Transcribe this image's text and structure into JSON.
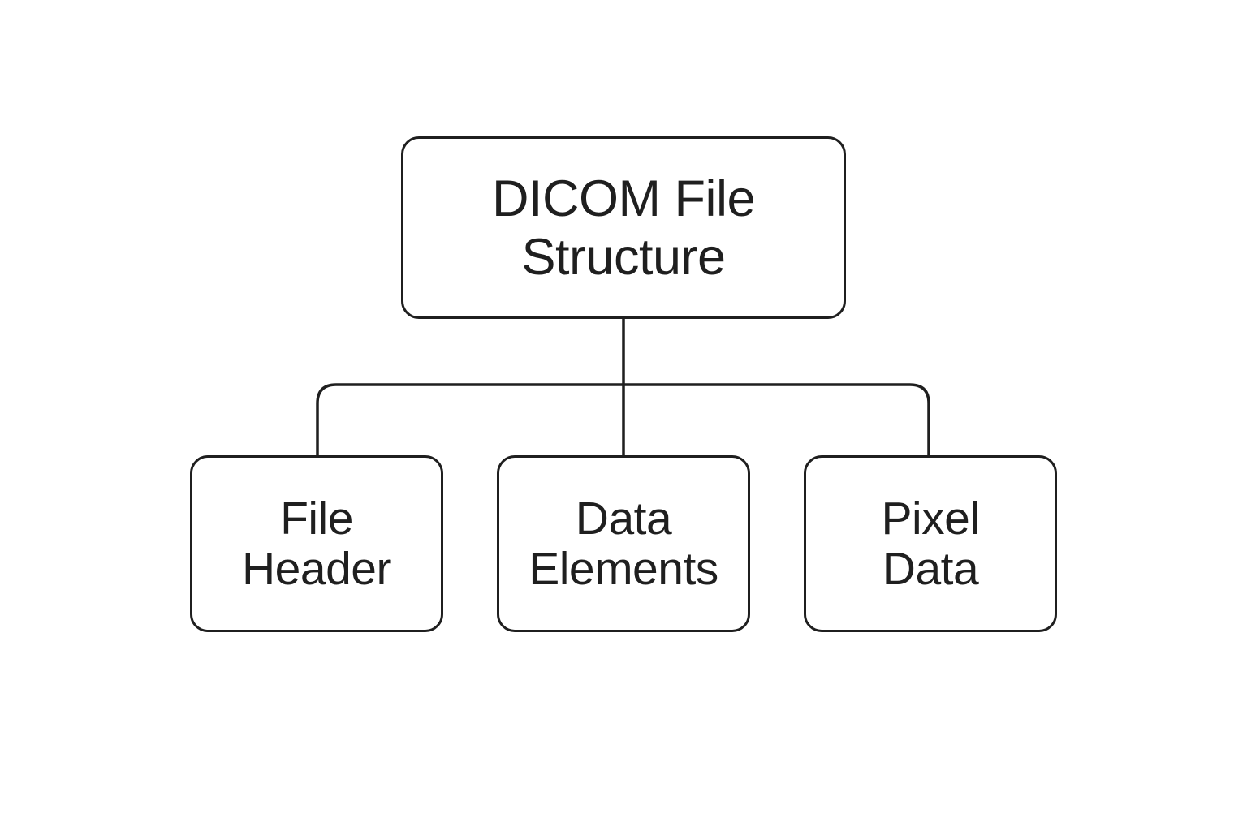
{
  "root": {
    "line1": "DICOM File",
    "line2": "Structure"
  },
  "children": [
    {
      "line1": "File",
      "line2": "Header"
    },
    {
      "line1": "Data",
      "line2": "Elements"
    },
    {
      "line1": "Pixel",
      "line2": "Data"
    }
  ],
  "colors": {
    "stroke": "#1f1f1f",
    "background": "#ffffff",
    "text": "#1f1f1f"
  }
}
